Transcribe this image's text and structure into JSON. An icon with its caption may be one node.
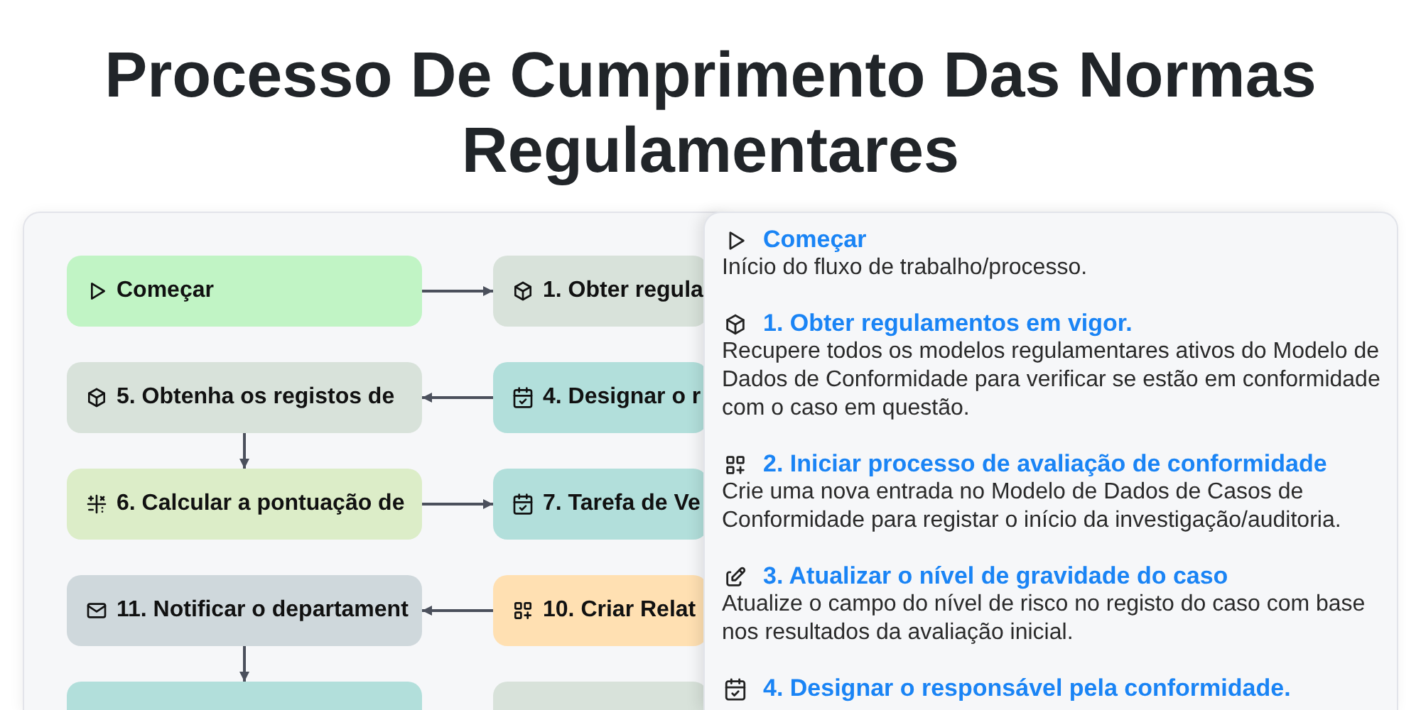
{
  "diagram": {
    "title": "Processo De Cumprimento Das Normas Regulamentares",
    "nodes": [
      {
        "text": [
          "Começar"
        ]
      },
      {
        "text": [
          "1. Obter regula"
        ]
      },
      {
        "text": [
          "5. Obtenha os registos de"
        ]
      },
      {
        "text": [
          "4. Designar o r"
        ]
      },
      {
        "text": [
          "6. Calcular a pontuação de"
        ]
      },
      {
        "text": [
          "7. Tarefa de Ve"
        ]
      },
      {
        "text": [
          "11. Notificar o departament"
        ]
      },
      {
        "text": [
          "10. Criar Relat"
        ]
      },
      {
        "text": [],
        "shape": "box"
      },
      {
        "text": [],
        "shape": "box"
      },
      {
        "text": [
          "Começar",
          "Início do fluxo de trabalho/processo.",
          "1. Obter regulamentos em vigor.",
          "Recupere todos os modelos regulamentares ativos do Modelo de Dados de Conformidade para verificar se estão em conformidade com o caso em questão.",
          "2. Iniciar processo de avaliação de conformidade",
          "Crie uma nova entrada no Modelo de Dados de Casos de Conformidade para registar o início da investigação/auditoria.",
          "3. Atualizar o nível de gravidade do caso",
          "Atualize o campo do nível de risco no registo do caso com base nos resultados da avaliação inicial.",
          "4. Designar o responsável pela conformidade."
        ]
      }
    ],
    "edges": [
      {
        "from": 0,
        "to": 1,
        "arrow": "to"
      },
      {
        "from": 3,
        "to": 2,
        "arrow": "to"
      },
      {
        "from": 2,
        "to": 4,
        "arrow": "to"
      },
      {
        "from": 4,
        "to": 5,
        "arrow": "to"
      },
      {
        "from": 7,
        "to": 6,
        "arrow": "to"
      },
      {
        "from": 6,
        "to": 8,
        "arrow": "to"
      }
    ]
  }
}
